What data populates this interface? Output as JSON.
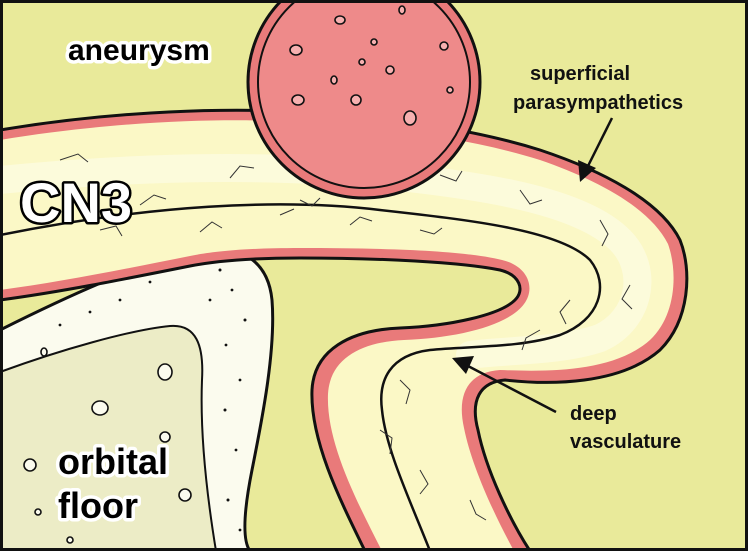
{
  "labels": {
    "aneurysm": "aneurysm",
    "cn3": "CN3",
    "superficial_line1": "superficial",
    "superficial_line2": "parasympathetics",
    "deep_line1": "deep",
    "deep_line2": "vasculature",
    "orbital_line1": "orbital",
    "orbital_line2": "floor"
  },
  "colors": {
    "background": "#e9ea9a",
    "nerve_fill": "#fbf8c6",
    "nerve_glow": "#fdfbe0",
    "sheath": "#e97a7a",
    "aneurysm_fill": "#ee8a8a",
    "bone_outer": "#fbfbee",
    "bone_inner": "#ececc6",
    "outline": "#111111"
  },
  "icons": {
    "arrow_superficial": "arrow-icon",
    "arrow_deep": "arrow-icon"
  }
}
